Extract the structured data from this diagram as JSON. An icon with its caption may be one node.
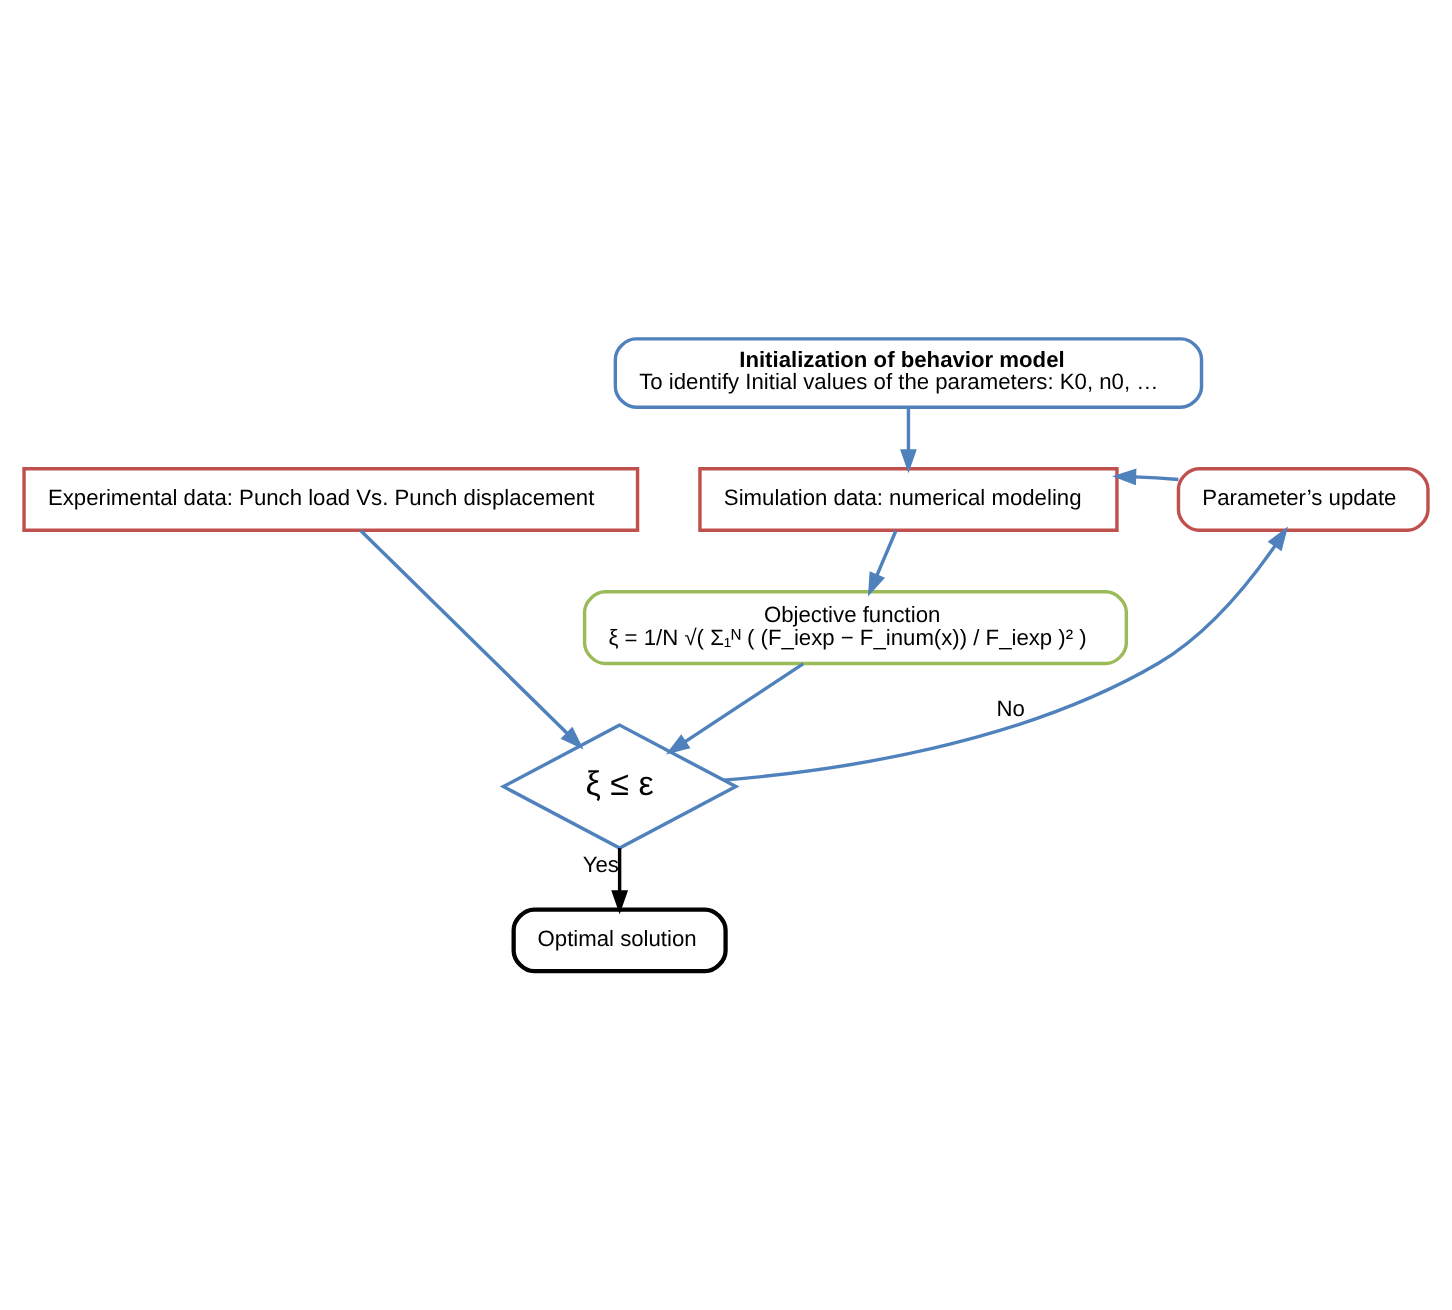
{
  "diagram": {
    "nodes": [
      {
        "text": [
          "Initialization of behavior model",
          "To identify Initial values of the parameters: K0, n0, …"
        ]
      },
      {
        "text": [
          "Experimental data: Punch load Vs. Punch displacement"
        ]
      },
      {
        "text": [
          "Simulation data: numerical modeling"
        ]
      },
      {
        "text": [
          "Parameter’s update"
        ]
      },
      {
        "text": [
          "Objective function",
          "ξ = 1/N √( Σ₁ᴺ ( (F_iexp − F_inum(x)) / F_iexp )² )"
        ]
      },
      {
        "text": [
          "ξ ≤ ε"
        ]
      },
      {
        "text": [
          "Optimal solution"
        ]
      }
    ],
    "edges": [
      {
        "from": 0,
        "to": 2,
        "arrow": "to"
      },
      {
        "from": 3,
        "to": 2,
        "arrow": "to"
      },
      {
        "from": 2,
        "to": 4,
        "arrow": "to"
      },
      {
        "from": 1,
        "to": 5,
        "arrow": "to"
      },
      {
        "from": 4,
        "to": 5,
        "arrow": "to"
      },
      {
        "from": 5,
        "to": 3,
        "arrow": "to",
        "label": "No"
      },
      {
        "from": 5,
        "to": 6,
        "arrow": "to",
        "label": "Yes",
        "color": "#000000"
      }
    ]
  }
}
